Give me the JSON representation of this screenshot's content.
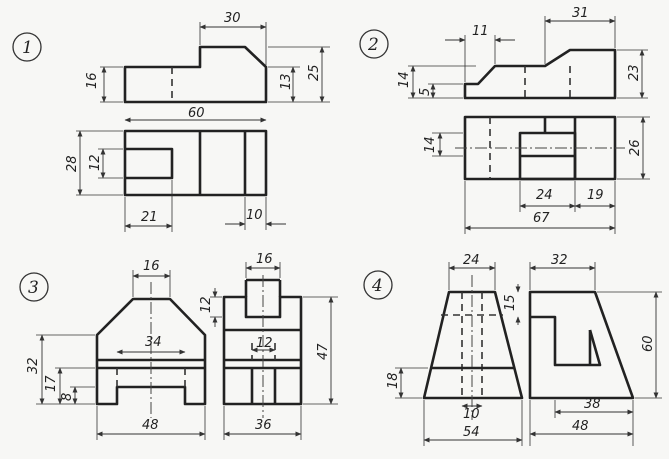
{
  "figures": [
    {
      "id": "1",
      "dims": {
        "top_w": "30",
        "h_left": "16",
        "h_right_in": "13",
        "h_right": "25",
        "width": "60",
        "plan_h": "28",
        "slot_h": "12",
        "slot_w": "21",
        "step_w": "10"
      }
    },
    {
      "id": "2",
      "dims": {
        "slope_w": "11",
        "top_w": "31",
        "h_left": "14",
        "h_low": "5",
        "height": "23",
        "plan_step": "14",
        "plan_h": "26",
        "w1": "24",
        "w2": "19",
        "width": "67"
      }
    },
    {
      "id": "3",
      "dims": {
        "top_w": "16",
        "slot_w": "16",
        "side_top_h": "12",
        "height": "32",
        "mid_w": "34",
        "hole_w": "12",
        "side_h": "47",
        "h_mid": "17",
        "h_low": "8",
        "width": "48",
        "side_w": "36"
      }
    },
    {
      "id": "4",
      "dims": {
        "top_w": "24",
        "side_top_w": "32",
        "slot_h": "15",
        "side_h": "60",
        "h_low": "18",
        "side_in_w": "38",
        "hole_w": "10",
        "width": "54",
        "side_w": "48"
      }
    }
  ]
}
